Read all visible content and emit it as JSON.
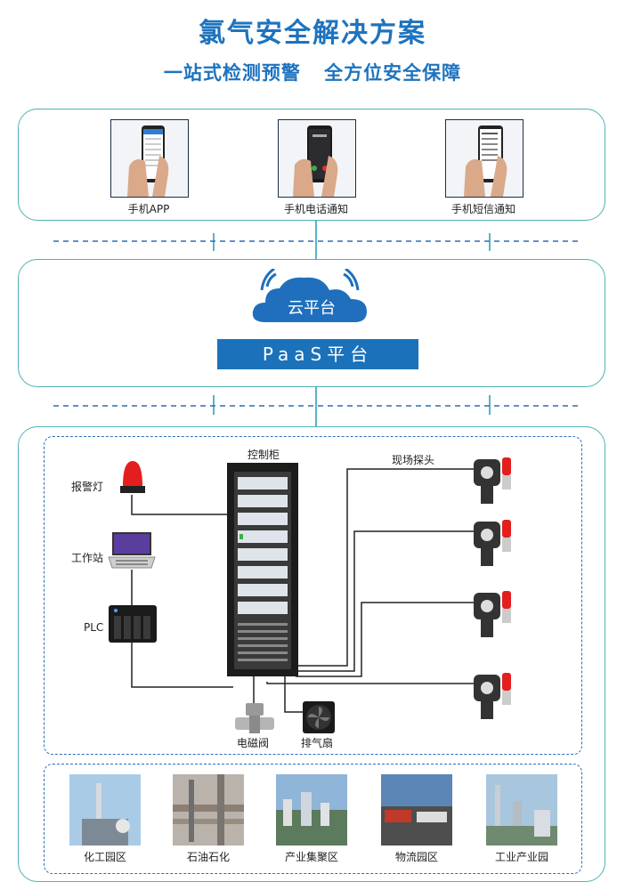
{
  "header": {
    "title": "氯气安全解决方案",
    "subtitle": "一站式检测预警   全方位安全保障"
  },
  "notify": {
    "items": [
      {
        "label": "手机APP",
        "icon": "phone-app-icon"
      },
      {
        "label": "手机电话通知",
        "icon": "phone-call-icon"
      },
      {
        "label": "手机短信通知",
        "icon": "phone-sms-icon"
      }
    ]
  },
  "platform": {
    "cloud_label": "云平台",
    "paas_label": "PaaS平台"
  },
  "system": {
    "cabinet_label": "控制柜",
    "probe_label": "现场探头",
    "alarm_label": "报警灯",
    "workstation_label": "工作站",
    "plc_label": "PLC",
    "valve_label": "电磁阀",
    "fan_label": "排气扇"
  },
  "sites": {
    "items": [
      {
        "label": "化工园区"
      },
      {
        "label": "石油石化"
      },
      {
        "label": "产业集聚区"
      },
      {
        "label": "物流园区"
      },
      {
        "label": "工业产业园"
      }
    ]
  },
  "colors": {
    "brand_blue": "#1e73be",
    "panel_border": "#4fb0b6",
    "paas_blue": "#1b72ba",
    "cloud_blue": "#1f6fbd"
  }
}
